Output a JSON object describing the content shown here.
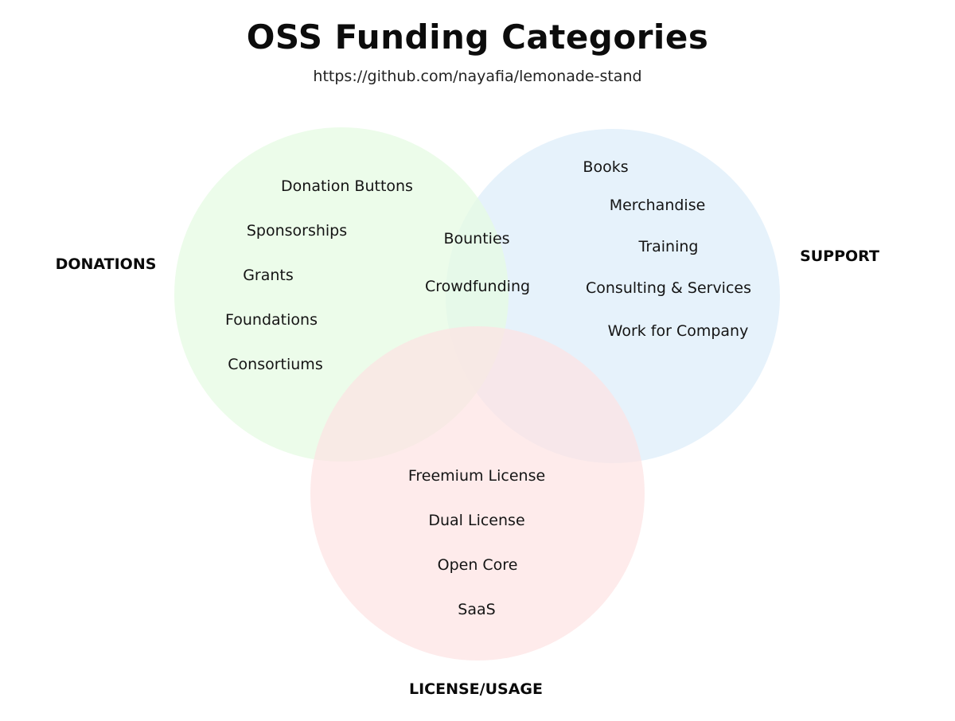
{
  "title": "OSS Funding Categories",
  "subtitle": "https://github.com/nayafia/lemonade-stand",
  "colors": {
    "donations_fill": "#e6fbe3",
    "support_fill": "#e3f1fb",
    "license_fill": "#fde2e2"
  },
  "categories": {
    "donations": "DONATIONS",
    "support": "SUPPORT",
    "license": "LICENSE/USAGE"
  },
  "items": {
    "donation_buttons": "Donation Buttons",
    "sponsorships": "Sponsorships",
    "grants": "Grants",
    "foundations": "Foundations",
    "consortiums": "Consortiums",
    "bounties": "Bounties",
    "crowdfunding": "Crowdfunding",
    "books": "Books",
    "merchandise": "Merchandise",
    "training": "Training",
    "consulting": "Consulting & Services",
    "work_for_company": "Work for Company",
    "freemium": "Freemium License",
    "dual_license": "Dual License",
    "open_core": "Open Core",
    "saas": "SaaS"
  }
}
